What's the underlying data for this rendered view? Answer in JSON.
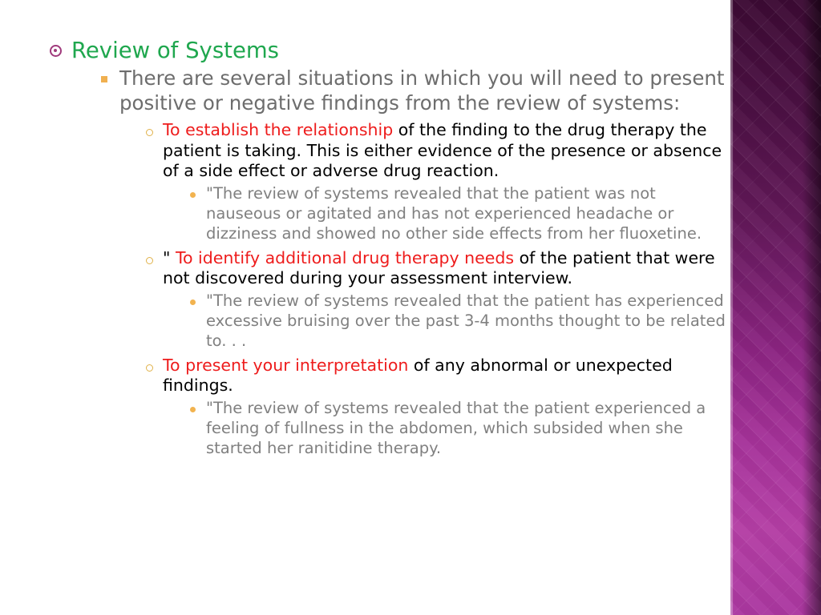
{
  "slide": {
    "title": "Review of Systems",
    "title_color": "#1fa74e",
    "background": "#ffffff",
    "accent_red": "#ee1c1c",
    "bullet_colors": {
      "level1_ring": "#a03a7c",
      "level2_square": "#f0b050",
      "level3_circle": "#e0b24a",
      "level4_dot": "#f2b34f"
    },
    "side_band": {
      "name": "decorative-purple-gradient-band",
      "top_color": "#3c0b34",
      "bottom_color": "#b43ea5"
    },
    "intro": "There are several situations in which you will need to present positive or negative findings from the review of systems:",
    "points": [
      {
        "lead_plain": "",
        "lead_red": "To establish the relationship",
        "rest": " of the finding to the drug therapy the patient is taking. This is either evidence of the presence or absence of a side effect or adverse drug reaction.",
        "examples": [
          "\"The review of systems revealed that the patient was not nauseous or agitated and has not experienced headache or dizziness and showed no other side effects from her fluoxetine."
        ]
      },
      {
        "lead_plain": "\" ",
        "lead_red": "To identify additional drug therapy needs",
        "rest": " of the patient that were not discovered during your assessment interview.",
        "examples": [
          "\"The review of systems revealed that the patient has experienced excessive bruising over the past 3-4 months thought to be related to. . ."
        ]
      },
      {
        "lead_plain": "",
        "lead_red": "To present your interpretation",
        "rest": " of any abnormal or unexpected findings.",
        "examples": [
          "\"The review of systems revealed that the patient experienced a feeling of fullness in the abdomen, which subsided when she started her ranitidine therapy."
        ]
      }
    ]
  }
}
